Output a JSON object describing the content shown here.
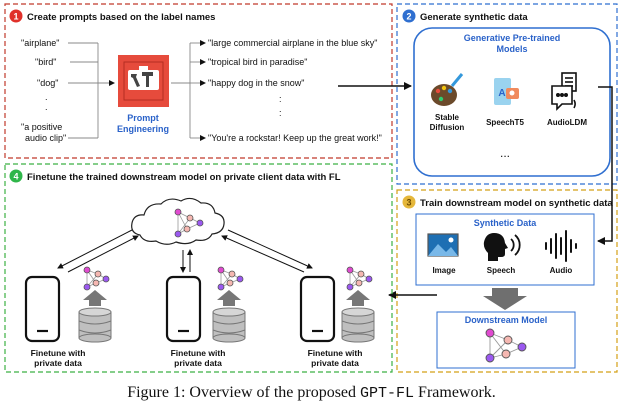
{
  "sections": {
    "s1": {
      "num": "1",
      "title": "Create prompts based on the label names"
    },
    "s2": {
      "num": "2",
      "title": "Generate synthetic data"
    },
    "s3": {
      "num": "3",
      "title": "Train downstream model on synthetic data"
    },
    "s4": {
      "num": "4",
      "title": "Finetune the trained downstream model on private client data with FL"
    }
  },
  "labels": [
    "\"airplane\"",
    "\"bird\"",
    "\"dog\"",
    ".",
    ".",
    "\"a positive",
    "audio clip\""
  ],
  "prompts": [
    "\"large commercial airplane in the blue sky\"",
    "\"tropical bird in paradise\"",
    "\"happy dog in the snow\"",
    ":",
    ":",
    "\"You're a rockstar! Keep up the great work!\""
  ],
  "prompt_engineering": {
    "line1": "Prompt",
    "line2": "Engineering"
  },
  "generative_box": {
    "line1": "Generative Pre-trained",
    "line2": "Models"
  },
  "models": [
    {
      "name1": "Stable",
      "name2": "Diffusion"
    },
    {
      "name1": "SpeechT5",
      "name2": ""
    },
    {
      "name1": "AudioLDM",
      "name2": ""
    }
  ],
  "models_more": "...",
  "synthetic": {
    "title": "Synthetic Data",
    "items": [
      "Image",
      "Speech",
      "Audio"
    ]
  },
  "downstream": {
    "title": "Downstream Model"
  },
  "clients": [
    {
      "line1": "Finetune with",
      "line2": "private data"
    },
    {
      "line1": "Finetune with",
      "line2": "private data"
    },
    {
      "line1": "Finetune with",
      "line2": "private data"
    }
  ],
  "caption": {
    "prefix": "Figure 1: Overview of the proposed ",
    "mono": "GPT-FL",
    "suffix": " Framework."
  },
  "colors": {
    "s1": "#c0392b",
    "s2": "#2f6fd0",
    "s3": "#d4a017",
    "s4": "#3cb043",
    "blue_title": "#2a62c9",
    "tool_red": "#e64b3c"
  }
}
